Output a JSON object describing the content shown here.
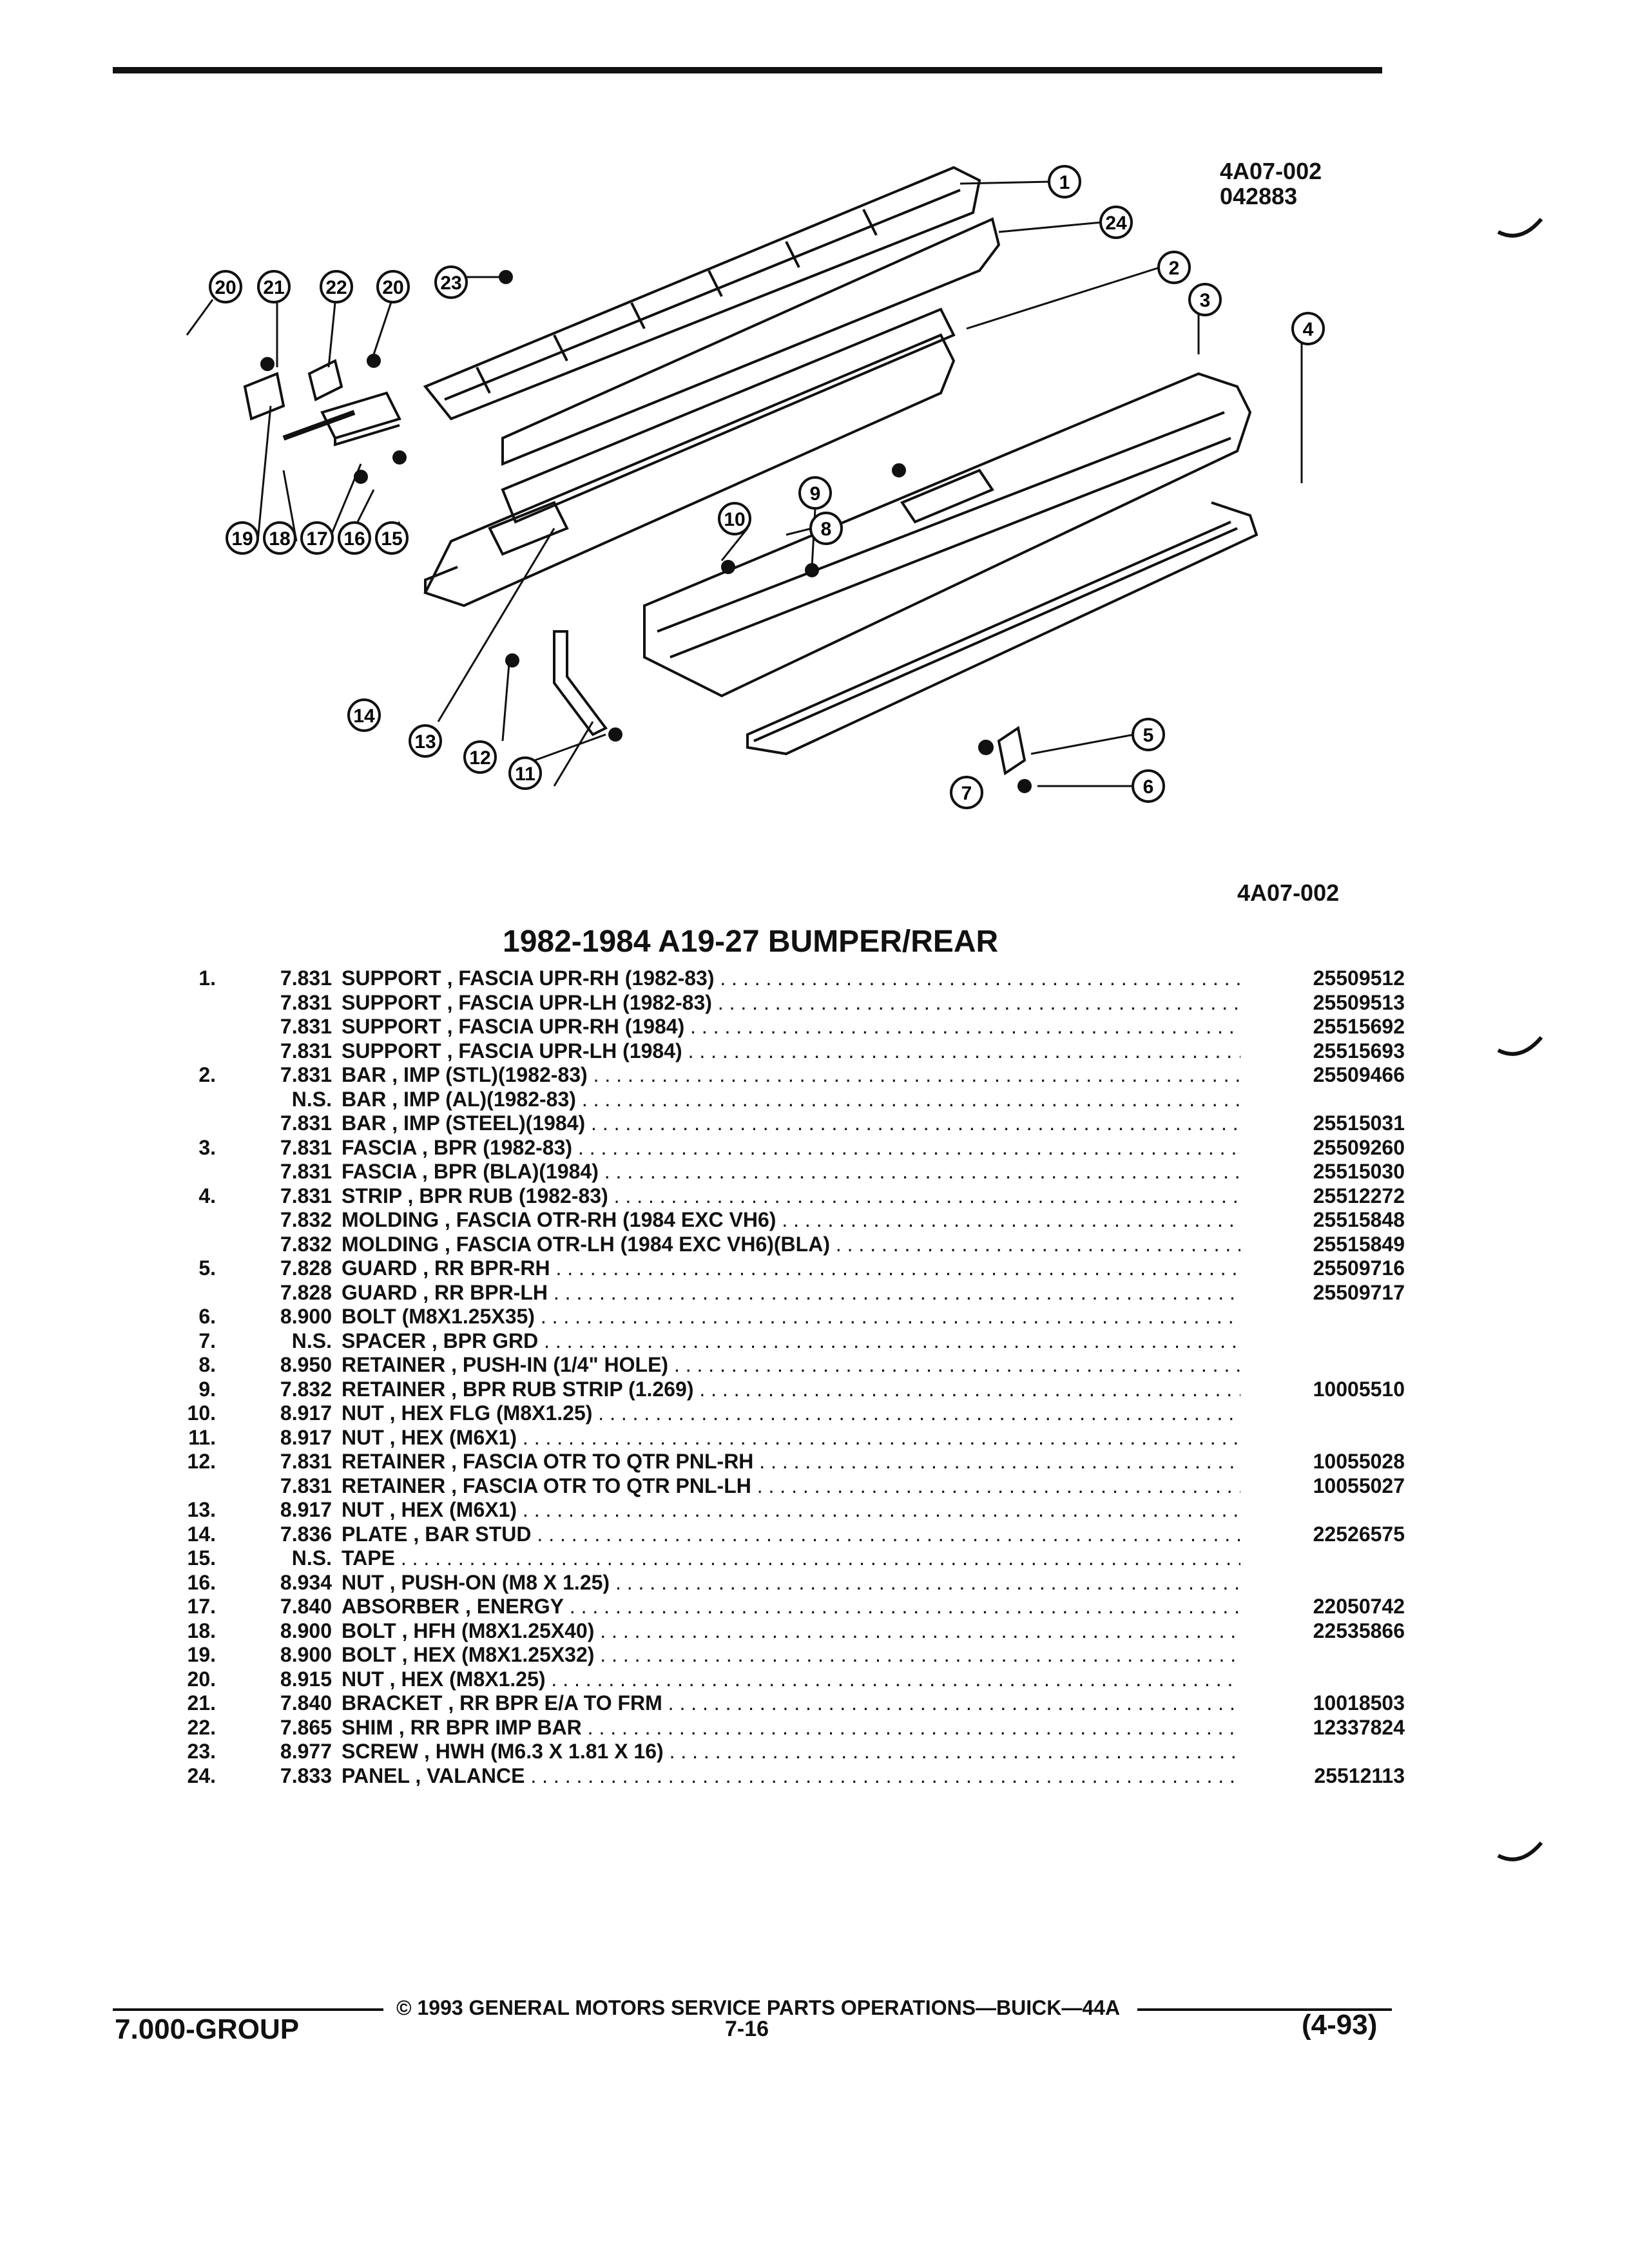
{
  "header": {
    "code1": "4A07-002",
    "code2": "042883"
  },
  "diagram": {
    "callouts": [
      "1",
      "2",
      "3",
      "4",
      "5",
      "6",
      "7",
      "8",
      "9",
      "10",
      "11",
      "12",
      "13",
      "14",
      "15",
      "16",
      "17",
      "18",
      "19",
      "20",
      "21",
      "22",
      "20",
      "23",
      "24"
    ],
    "ref_code": "4A07-002"
  },
  "title": "1982-1984 A19-27 BUMPER/REAR",
  "parts": [
    {
      "num": "1.",
      "grp": "7.831",
      "desc": "SUPPORT , FASCIA UPR-RH (1982-83)",
      "pn": "25509512"
    },
    {
      "num": "",
      "grp": "7.831",
      "desc": "SUPPORT , FASCIA UPR-LH (1982-83)",
      "pn": "25509513"
    },
    {
      "num": "",
      "grp": "7.831",
      "desc": "SUPPORT , FASCIA UPR-RH (1984)",
      "pn": "25515692"
    },
    {
      "num": "",
      "grp": "7.831",
      "desc": "SUPPORT , FASCIA UPR-LH (1984)",
      "pn": "25515693"
    },
    {
      "num": "2.",
      "grp": "7.831",
      "desc": "BAR , IMP (STL)(1982-83)",
      "pn": "25509466"
    },
    {
      "num": "",
      "grp": "N.S.",
      "desc": "BAR , IMP (AL)(1982-83)",
      "pn": ""
    },
    {
      "num": "",
      "grp": "7.831",
      "desc": "BAR , IMP (STEEL)(1984)",
      "pn": "25515031"
    },
    {
      "num": "3.",
      "grp": "7.831",
      "desc": "FASCIA , BPR (1982-83)",
      "pn": "25509260"
    },
    {
      "num": "",
      "grp": "7.831",
      "desc": "FASCIA , BPR (BLA)(1984)",
      "pn": "25515030"
    },
    {
      "num": "4.",
      "grp": "7.831",
      "desc": "STRIP , BPR RUB (1982-83)",
      "pn": "25512272"
    },
    {
      "num": "",
      "grp": "7.832",
      "desc": "MOLDING , FASCIA OTR-RH (1984 EXC VH6)",
      "pn": "25515848"
    },
    {
      "num": "",
      "grp": "7.832",
      "desc": "MOLDING , FASCIA OTR-LH (1984 EXC VH6)(BLA)",
      "pn": "25515849"
    },
    {
      "num": "5.",
      "grp": "7.828",
      "desc": "GUARD , RR BPR-RH",
      "pn": "25509716"
    },
    {
      "num": "",
      "grp": "7.828",
      "desc": "GUARD , RR BPR-LH",
      "pn": "25509717"
    },
    {
      "num": "6.",
      "grp": "8.900",
      "desc": "BOLT (M8X1.25X35)",
      "pn": ""
    },
    {
      "num": "7.",
      "grp": "N.S.",
      "desc": "SPACER , BPR GRD",
      "pn": ""
    },
    {
      "num": "8.",
      "grp": "8.950",
      "desc": "RETAINER , PUSH-IN (1/4\" HOLE)",
      "pn": ""
    },
    {
      "num": "9.",
      "grp": "7.832",
      "desc": "RETAINER , BPR RUB STRIP (1.269)",
      "pn": "10005510"
    },
    {
      "num": "10.",
      "grp": "8.917",
      "desc": "NUT , HEX FLG (M8X1.25)",
      "pn": ""
    },
    {
      "num": "11.",
      "grp": "8.917",
      "desc": "NUT , HEX (M6X1)",
      "pn": ""
    },
    {
      "num": "12.",
      "grp": "7.831",
      "desc": "RETAINER , FASCIA OTR TO QTR PNL-RH",
      "pn": "10055028"
    },
    {
      "num": "",
      "grp": "7.831",
      "desc": "RETAINER , FASCIA OTR TO QTR PNL-LH",
      "pn": "10055027"
    },
    {
      "num": "13.",
      "grp": "8.917",
      "desc": "NUT , HEX (M6X1)",
      "pn": ""
    },
    {
      "num": "14.",
      "grp": "7.836",
      "desc": "PLATE , BAR STUD",
      "pn": "22526575"
    },
    {
      "num": "15.",
      "grp": "N.S.",
      "desc": "TAPE",
      "pn": ""
    },
    {
      "num": "16.",
      "grp": "8.934",
      "desc": "NUT , PUSH-ON (M8 X 1.25)",
      "pn": ""
    },
    {
      "num": "17.",
      "grp": "7.840",
      "desc": "ABSORBER , ENERGY",
      "pn": "22050742"
    },
    {
      "num": "18.",
      "grp": "8.900",
      "desc": "BOLT , HFH (M8X1.25X40)",
      "pn": "22535866"
    },
    {
      "num": "19.",
      "grp": "8.900",
      "desc": "BOLT , HEX (M8X1.25X32)",
      "pn": ""
    },
    {
      "num": "20.",
      "grp": "8.915",
      "desc": "NUT , HEX (M8X1.25)",
      "pn": ""
    },
    {
      "num": "21.",
      "grp": "7.840",
      "desc": "BRACKET , RR BPR E/A TO FRM",
      "pn": "10018503"
    },
    {
      "num": "22.",
      "grp": "7.865",
      "desc": "SHIM , RR BPR IMP BAR",
      "pn": "12337824"
    },
    {
      "num": "23.",
      "grp": "8.977",
      "desc": "SCREW , HWH (M6.3 X 1.81 X 16)",
      "pn": ""
    },
    {
      "num": "24.",
      "grp": "7.833",
      "desc": "PANEL , VALANCE",
      "pn": "25512113"
    }
  ],
  "footer": {
    "copyright": "© 1993 GENERAL MOTORS SERVICE PARTS OPERATIONS—BUICK—44A",
    "group": "7.000-GROUP",
    "page": "7-16",
    "date_code": "(4-93)"
  }
}
